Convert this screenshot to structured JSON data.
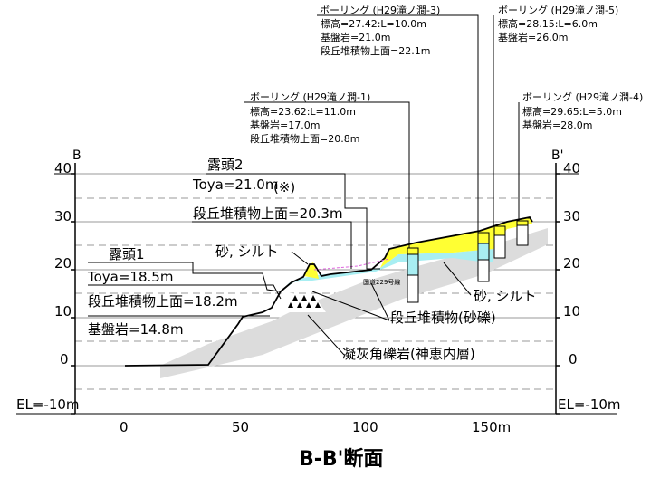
{
  "section": {
    "title": "B-B'断面",
    "left_label": "B",
    "right_label": "B'"
  },
  "axes": {
    "y_ticks": [
      "40",
      "30",
      "20",
      "10",
      "0"
    ],
    "y_bottom": "EL=-10m",
    "x_ticks": [
      "0",
      "50",
      "100",
      "150m"
    ]
  },
  "borings": [
    {
      "id": "b3",
      "title": "ボーリング (H29滝ノ澗-3)",
      "lines": [
        "標高=27.42:L=10.0m",
        "基盤岩=21.0m",
        "段丘堆積物上面=22.1m"
      ]
    },
    {
      "id": "b5",
      "title": "ボーリング (H29滝ノ澗-5)",
      "lines": [
        "標高=28.15:L=6.0m",
        "基盤岩=26.0m"
      ]
    },
    {
      "id": "b1",
      "title": "ボーリング (H29滝ノ澗-1)",
      "lines": [
        "標高=23.62:L=11.0m",
        "基盤岩=17.0m",
        "段丘堆積物上面=20.8m"
      ]
    },
    {
      "id": "b4",
      "title": "ボーリング (H29滝ノ澗-4)",
      "lines": [
        "標高=29.65:L=5.0m",
        "基盤岩=28.0m"
      ]
    }
  ],
  "outcrops": {
    "o2": {
      "title": "露頭2",
      "toya": "Toya=21.0m",
      "note": "(※)",
      "terrace": "段丘堆積物上面=20.3m"
    },
    "o1": {
      "title": "露頭1",
      "toya": "Toya=18.5m",
      "terrace": "段丘堆積物上面=18.2m",
      "bedrock": "基盤岩=14.8m"
    }
  },
  "labels": {
    "sand_silt_1": "砂, シルト",
    "sand_silt_2": "砂, シルト",
    "terrace_gravel": "段丘堆積物(砂礫)",
    "tuff_breccia": "凝灰角礫岩(神恵内層)",
    "road": "国道229号線"
  },
  "colors": {
    "sand_silt": "#ffff33",
    "terrace_gravel": "#a8eef2",
    "tuff_breccia": "#dcdcdc",
    "road": "#dd66dd"
  }
}
